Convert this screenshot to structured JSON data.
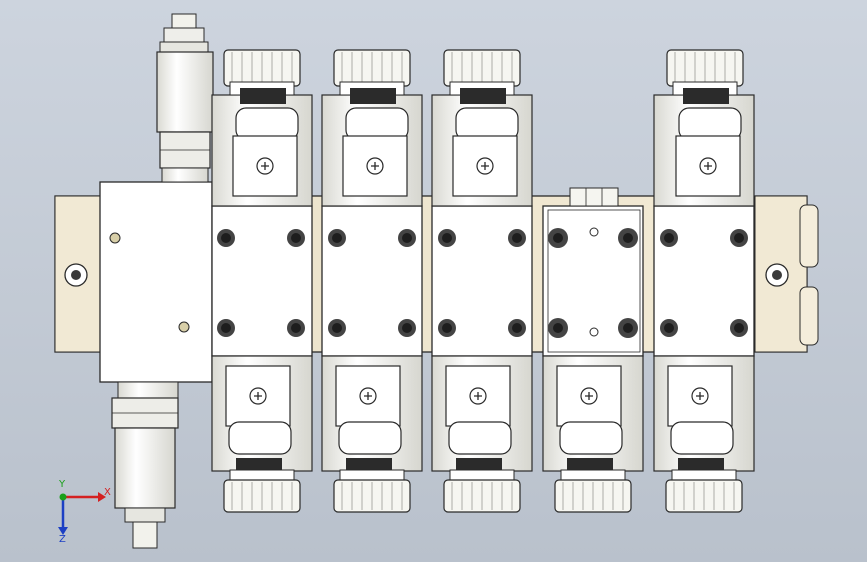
{
  "viewport": {
    "background_top": "#cdd4de",
    "background_bottom": "#b9c1cc"
  },
  "model": {
    "valve_count": 5,
    "top_solenoid_count": 4,
    "bottom_solenoid_count": 5,
    "colors": {
      "body": "#fbfbf6",
      "outline": "#2a2a2a",
      "manifold_tan": "#efe6cf",
      "screw_dark": "#262626",
      "connector_dark": "#2b2b2b"
    }
  },
  "triad": {
    "x_label": "X",
    "y_label": "Y",
    "z_label": "Z",
    "x_color": "#d42020",
    "y_color": "#1aa01a",
    "z_color": "#1c3fc4",
    "icon": "coordinate-triad-icon"
  }
}
